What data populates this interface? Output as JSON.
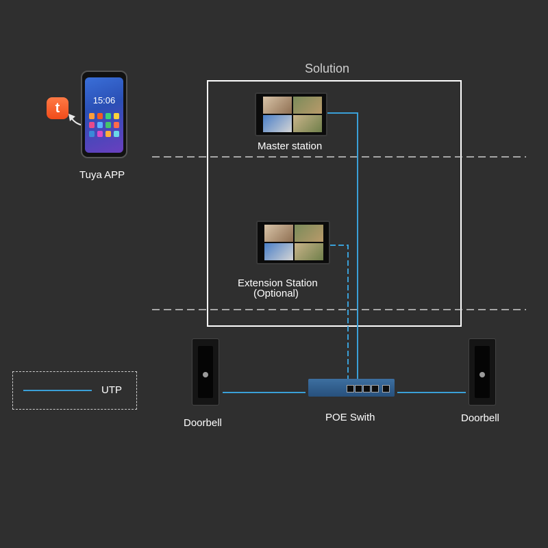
{
  "diagram": {
    "title": "Solution",
    "tuya_app": {
      "label": "Tuya APP",
      "phone_time": "15:06",
      "icon_glyph": "t"
    },
    "master_station": {
      "label": "Master station"
    },
    "extension_station": {
      "label_line1": "Extension Station",
      "label_line2": "(Optional)"
    },
    "poe_switch": {
      "label": "POE Swith"
    },
    "doorbell_left": {
      "label": "Doorbell"
    },
    "doorbell_right": {
      "label": "Doorbell"
    },
    "legend": {
      "label": "UTP"
    }
  },
  "colors": {
    "background": "#2f2f2f",
    "cable": "#3aa0d8",
    "frame": "#ffffff",
    "dashed_divider": "#cfcfcf",
    "tuya_orange": "#f25a22"
  },
  "icons": [
    "tuya-app-icon",
    "smartphone-icon",
    "monitor-icon",
    "doorbell-icon",
    "network-switch-icon"
  ]
}
